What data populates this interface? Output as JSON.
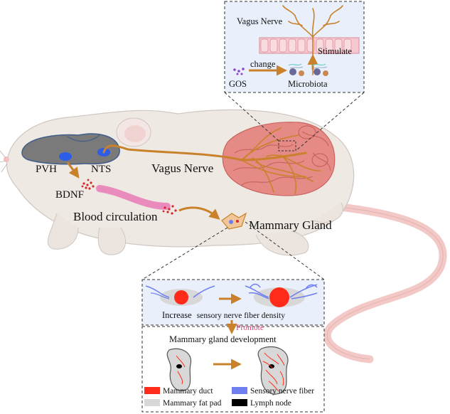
{
  "labels": {
    "pvh": "PVH",
    "nts": "NTS",
    "vagus_main": "Vagus Nerve",
    "bdnf": "BDNF",
    "blood": "Blood circulation",
    "mammary_gland": "Mammary Gland"
  },
  "gut_inset": {
    "vagus": "Vagus Nerve",
    "stimulate": "Stimulate",
    "change": "change",
    "gos": "GOS",
    "microbiota": "Microbiota"
  },
  "gland_inset": {
    "increase": "Increase",
    "increase_rest": "sensory nerve fiber density",
    "promote": "Promote",
    "development": "Mammary gland development",
    "legend": [
      {
        "label": "Mammary duct",
        "color": "#ff2a1a"
      },
      {
        "label": "Sensory nerve fiber",
        "color": "#6f7ff0"
      },
      {
        "label": "Mammary fat pad",
        "color": "#d8d8d8"
      },
      {
        "label": "Lymph node",
        "color": "#000000"
      }
    ]
  },
  "colors": {
    "nerve": "#c9822b",
    "mouse_body": "#efe9e4",
    "tail": "#f2c9c6",
    "intestine": "#e58a84",
    "inset_bg": "#e9f0fb",
    "blood_vessel": "#e98bbd",
    "brain": "#7a7a7a",
    "nucleus": "#2b5de8"
  }
}
